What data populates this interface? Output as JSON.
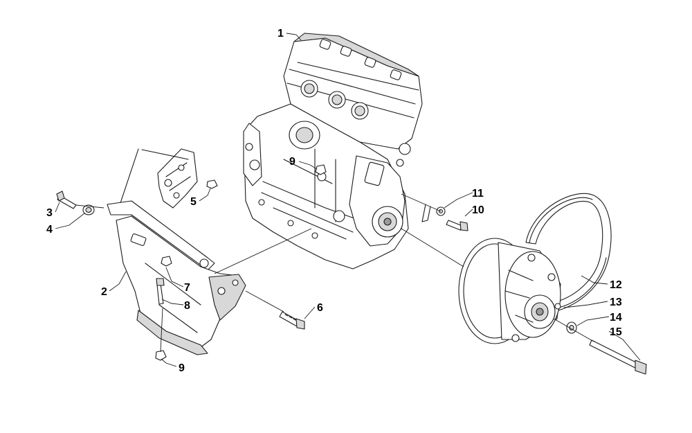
{
  "diagram": {
    "callouts": [
      {
        "id": "c1",
        "label": "1"
      },
      {
        "id": "c2",
        "label": "2"
      },
      {
        "id": "c3",
        "label": "3"
      },
      {
        "id": "c4",
        "label": "4"
      },
      {
        "id": "c5",
        "label": "5"
      },
      {
        "id": "c6",
        "label": "6"
      },
      {
        "id": "c7",
        "label": "7"
      },
      {
        "id": "c8",
        "label": "8"
      },
      {
        "id": "c9a",
        "label": "9"
      },
      {
        "id": "c9b",
        "label": "9"
      },
      {
        "id": "c10",
        "label": "10"
      },
      {
        "id": "c11",
        "label": "11"
      },
      {
        "id": "c12",
        "label": "12"
      },
      {
        "id": "c13",
        "label": "13"
      },
      {
        "id": "c14",
        "label": "14"
      },
      {
        "id": "c15",
        "label": "15"
      }
    ]
  }
}
